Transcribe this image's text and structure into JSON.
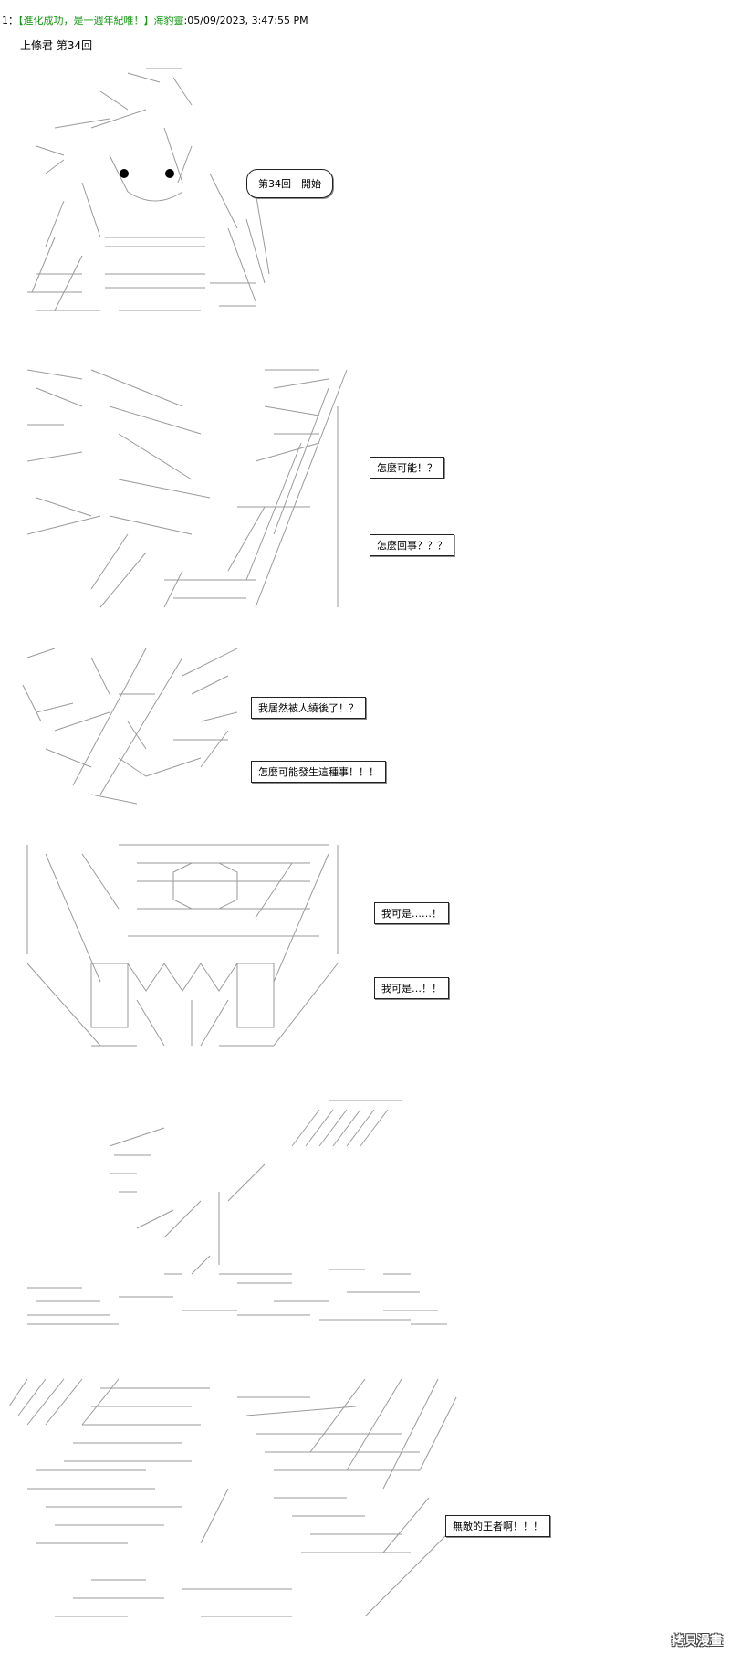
{
  "header": {
    "number": "1：",
    "name": "【進化成功，是一週年紀唯！】海豹靈",
    "date": ":05/09/2023, 3:47:55 PM"
  },
  "subtitle": "上條君 第34回",
  "panels": [
    {
      "bubbles": [
        "第34回　開始"
      ]
    },
    {
      "bubbles": [
        "怎麼可能！？",
        "怎麼回事？？？"
      ]
    },
    {
      "bubbles": [
        "我居然被人繞後了！？",
        "怎麼可能發生這種事！！！"
      ]
    },
    {
      "bubbles": [
        "我可是……！",
        "我可是…！！"
      ]
    },
    {
      "bubbles": []
    },
    {
      "bubbles": [
        "無敵的王者啊！！！"
      ]
    }
  ],
  "watermark": "拷貝漫畫"
}
